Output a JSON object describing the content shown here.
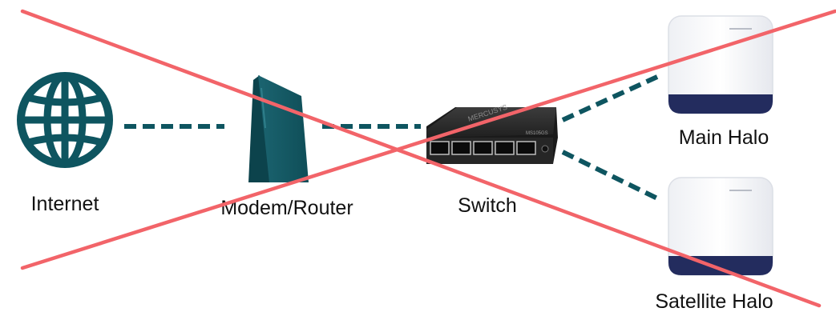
{
  "nodes": {
    "internet": {
      "label": "Internet"
    },
    "modem_router": {
      "label": "Modem/Router"
    },
    "switch": {
      "label": "Switch",
      "brand_text": "MERCUSYS",
      "model_text": "MS105GS"
    },
    "main_halo": {
      "label": "Main Halo"
    },
    "satellite_halo": {
      "label": "Satellite Halo"
    }
  },
  "colors": {
    "connection": "#0e5560",
    "cross_out": "#f26469",
    "globe": "#0e5560",
    "router_body": "#13535e",
    "switch_body": "#2c2c2c",
    "halo_accent": "#232c5e"
  },
  "icons": {
    "internet": "globe-icon",
    "modem_router": "modem-router-icon",
    "switch": "network-switch-icon",
    "main_halo": "mesh-unit-icon",
    "satellite_halo": "mesh-unit-icon"
  },
  "crossed_out": true
}
